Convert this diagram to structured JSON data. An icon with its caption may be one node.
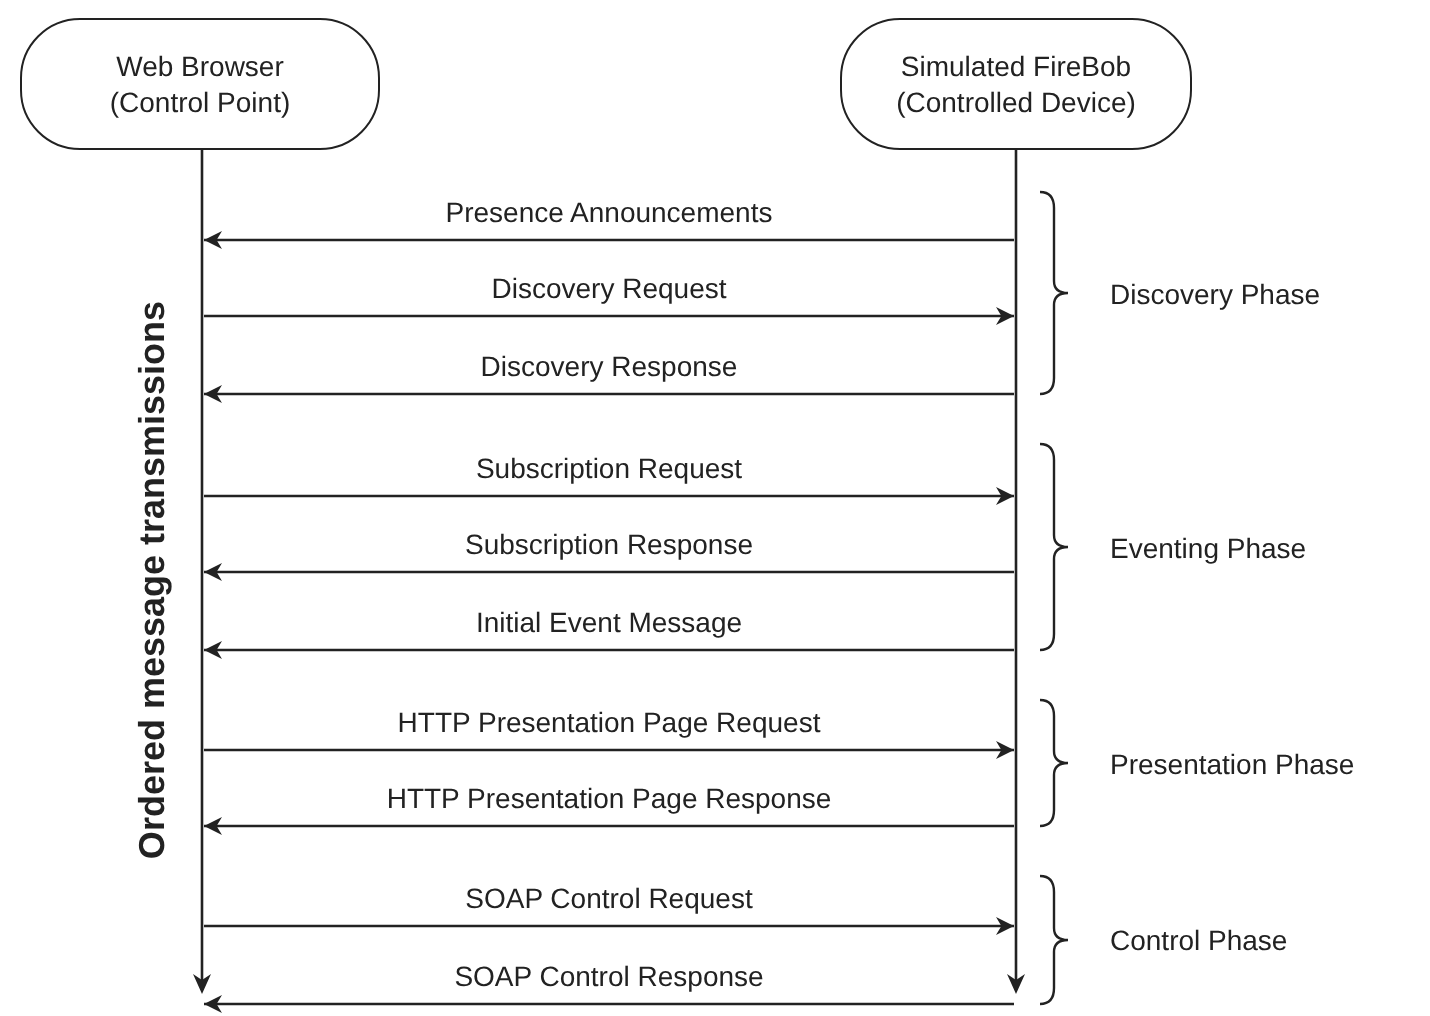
{
  "diagram": {
    "nodes": [
      {
        "text": [
          "Web Browser (Control Point)"
        ]
      },
      {
        "text": [
          "Simulated FireBob (Controlled Device)"
        ]
      },
      {
        "text": [],
        "shape": "bar"
      },
      {
        "text": [],
        "shape": "bar"
      }
    ],
    "edges": [
      {
        "from": 3,
        "to": 2,
        "arrow": "to",
        "label": "Presence Announcements"
      },
      {
        "from": 2,
        "to": 3,
        "arrow": "to",
        "label": "Discovery Request"
      },
      {
        "from": 3,
        "to": 2,
        "arrow": "to",
        "label": "Discovery Response"
      },
      {
        "from": 2,
        "to": 3,
        "arrow": "to",
        "label": "Subscription Request"
      },
      {
        "from": 3,
        "to": 2,
        "arrow": "to",
        "label": "Subscription Response"
      },
      {
        "from": 3,
        "to": 2,
        "arrow": "to",
        "label": "Initial Event Message"
      },
      {
        "from": 2,
        "to": 3,
        "arrow": "to",
        "label": "HTTP Presentation Page Request"
      },
      {
        "from": 3,
        "to": 2,
        "arrow": "to",
        "label": "HTTP Presentation Page Response"
      },
      {
        "from": 2,
        "to": 3,
        "arrow": "to",
        "label": "SOAP Control Request"
      },
      {
        "from": 3,
        "to": 2,
        "arrow": "to",
        "label": "SOAP Control Response"
      }
    ],
    "labels": [
      "Ordered message transmissions",
      "Discovery Phase",
      "Eventing Phase",
      "Presentation Phase",
      "Control Phase"
    ]
  }
}
